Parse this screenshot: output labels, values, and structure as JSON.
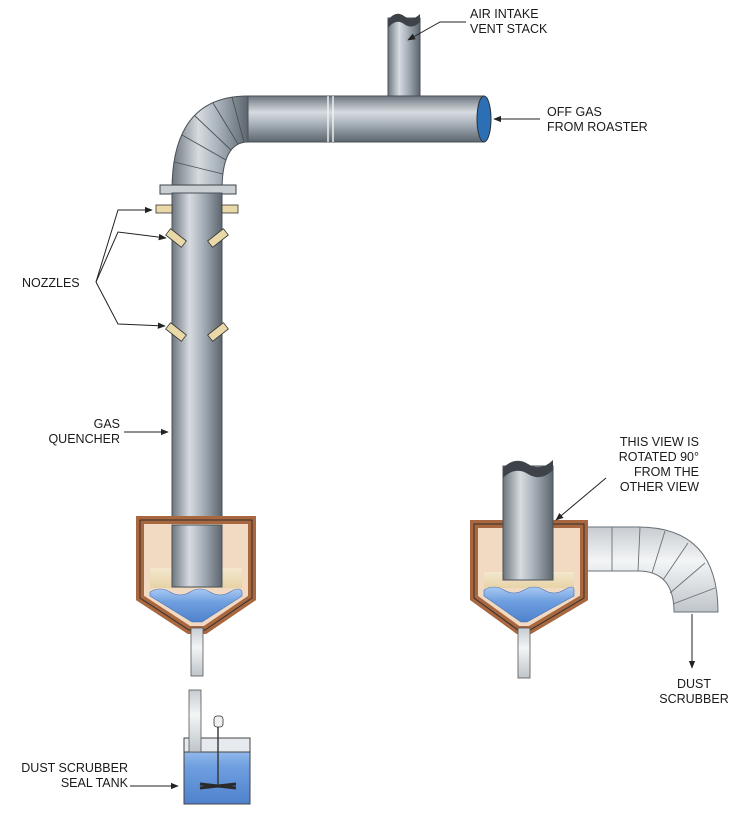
{
  "labels": {
    "air_intake_1": "AIR INTAKE",
    "air_intake_2": "VENT STACK",
    "off_gas_1": "OFF GAS",
    "off_gas_2": "FROM ROASTER",
    "nozzles": "NOZZLES",
    "gas_quencher_1": "GAS",
    "gas_quencher_2": "QUENCHER",
    "rotated_1": "THIS VIEW IS",
    "rotated_2": "ROTATED 90°",
    "rotated_3": "FROM THE",
    "rotated_4": "OTHER VIEW",
    "dust_scrubber_1": "DUST",
    "dust_scrubber_2": "SCRUBBER",
    "seal_tank_1": "DUST SCRUBBER",
    "seal_tank_2": "SEAL TANK"
  },
  "colors": {
    "pipe": "#a9b2ba",
    "pipe_light": "#d9dee2",
    "pipe_dark": "#5f6870",
    "outlet_pipe": "#e2e5e8",
    "water": "#6f9fe0",
    "water_light": "#a9c9f2",
    "vessel": "#a8673f",
    "vessel_inner": "#f1d9c2",
    "nozzle": "#e9d9a8"
  }
}
